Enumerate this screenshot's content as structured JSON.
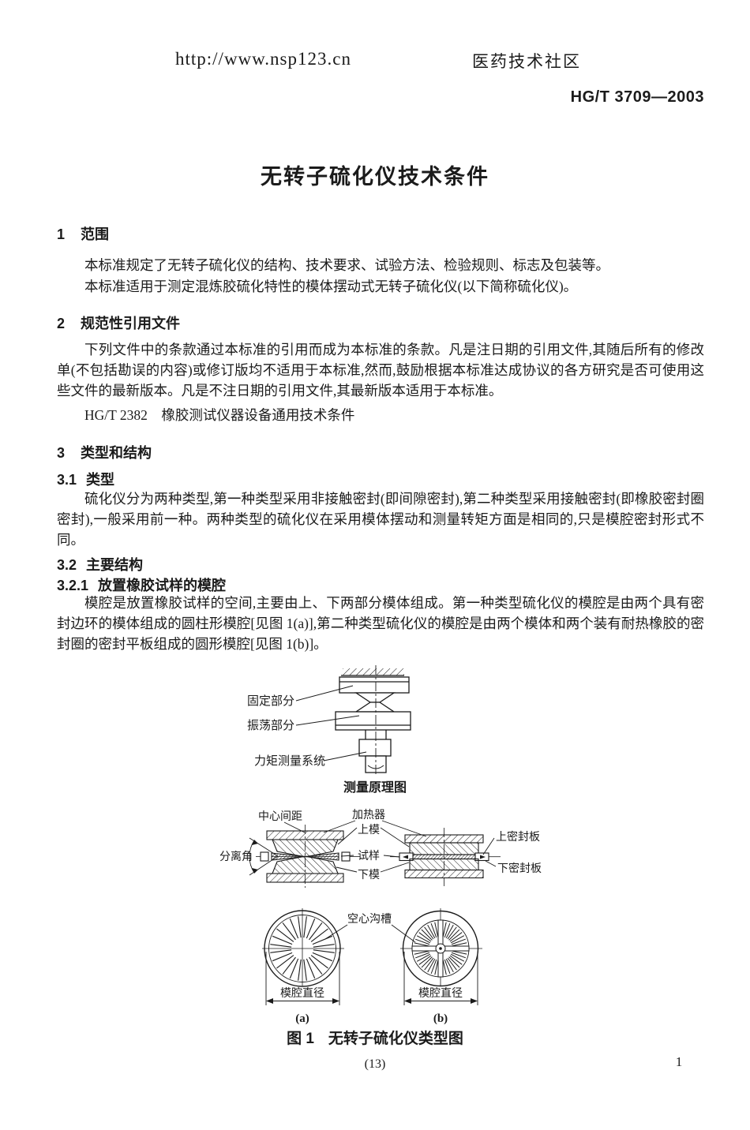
{
  "header": {
    "url": "http://www.nsp123.cn",
    "community": "医药技术社区",
    "standard_code": "HG/T 3709—2003"
  },
  "title": "无转子硫化仪技术条件",
  "s1": {
    "num": "1",
    "title": "范围",
    "p1": "本标准规定了无转子硫化仪的结构、技术要求、试验方法、检验规则、标志及包装等。",
    "p2": "本标准适用于测定混炼胶硫化特性的模体摆动式无转子硫化仪(以下简称硫化仪)。"
  },
  "s2": {
    "num": "2",
    "title": "规范性引用文件",
    "p1": "下列文件中的条款通过本标准的引用而成为本标准的条款。凡是注日期的引用文件,其随后所有的修改单(不包括勘误的内容)或修订版均不适用于本标准,然而,鼓励根据本标准达成协议的各方研究是否可使用这些文件的最新版本。凡是不注日期的引用文件,其最新版本适用于本标准。",
    "ref": "HG/T 2382　橡胶测试仪器设备通用技术条件"
  },
  "s3": {
    "num": "3",
    "title": "类型和结构"
  },
  "s31": {
    "num": "3.1",
    "title": "类型",
    "p1": "硫化仪分为两种类型,第一种类型采用非接触密封(即间隙密封),第二种类型采用接触密封(即橡胶密封圈密封),一般采用前一种。两种类型的硫化仪在采用模体摆动和测量转矩方面是相同的,只是模腔密封形式不同。"
  },
  "s32": {
    "num": "3.2",
    "title": "主要结构"
  },
  "s321": {
    "num": "3.2.1",
    "title": "放置橡胶试样的模腔",
    "p1": "模腔是放置橡胶试样的空间,主要由上、下两部分模体组成。第一种类型硫化仪的模腔是由两个具有密封边环的模体组成的圆柱形模腔[见图 1(a)],第二种类型硫化仪的模腔是由两个模体和两个装有耐热橡胶的密封圈的密封平板组成的圆形模腔[见图 1(b)]。"
  },
  "figure": {
    "principle": {
      "fixed_part": "固定部分",
      "oscillating_part": "振荡部分",
      "torque_system": "力矩测量系统",
      "caption": "测量原理图"
    },
    "section_view": {
      "center_distance": "中心间距",
      "heater": "加热器",
      "upper_mold": "上模",
      "specimen": "试样",
      "lower_mold": "下模",
      "separation_angle": "分离角",
      "upper_seal_plate": "上密封板",
      "lower_seal_plate": "下密封板"
    },
    "plan_view": {
      "hollow_groove": "空心沟槽",
      "cavity_diameter_a": "模腔直径",
      "cavity_diameter_b": "模腔直径",
      "label_a": "(a)",
      "label_b": "(b)"
    },
    "caption_num": "图 1",
    "caption_text": "无转子硫化仪类型图"
  },
  "footer": {
    "center": "(13)",
    "page": "1"
  }
}
